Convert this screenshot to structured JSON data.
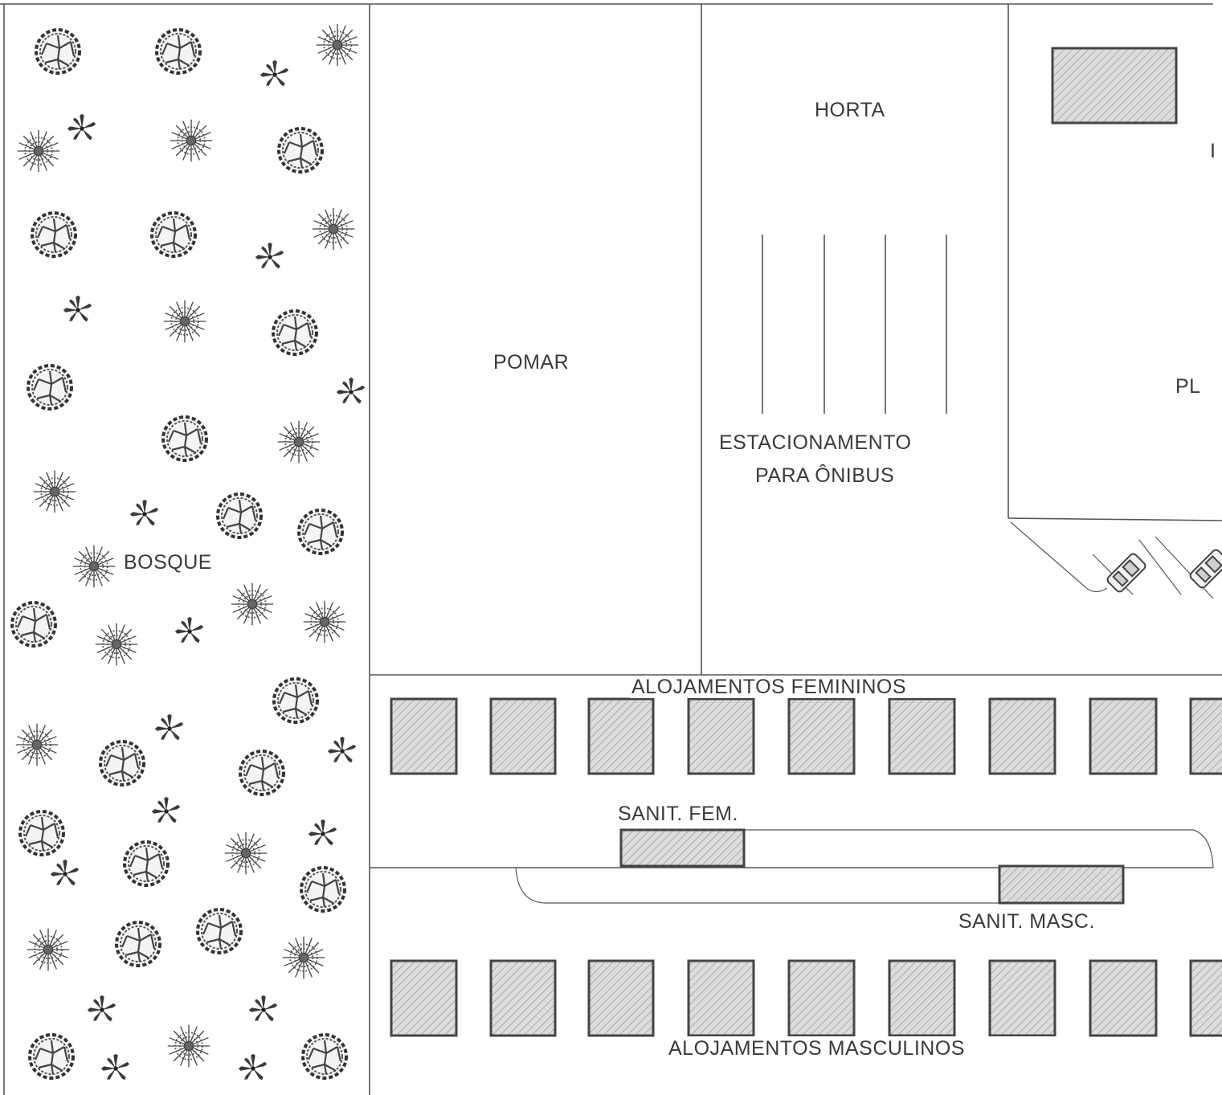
{
  "map": {
    "labels": {
      "bosque": "BOSQUE",
      "pomar": "POMAR",
      "horta": "HORTA",
      "estacionamento_line1": "ESTACIONAMENTO",
      "estacionamento_line2": "PARA ÔNIBUS",
      "cut_label_top": "I",
      "cut_label_mid": "PL",
      "alojamentos_femininos": "ALOJAMENTOS FEMININOS",
      "sanit_fem": "SANIT. FEM.",
      "sanit_masc": "SANIT. MASC.",
      "alojamentos_masculinos": "ALOJAMENTOS MASCULINOS"
    },
    "counts": {
      "female_lodgings_visible": 9,
      "male_lodgings_visible": 9,
      "bus_parking_dividers": 4,
      "parked_cars_visible": 2
    },
    "colors": {
      "line": "#4a4a4a",
      "hatch_fill": "#d6d6d6",
      "hatch_stroke": "#8a8a8a",
      "tree": "#3a3a3a",
      "paper": "#ffffff"
    },
    "vegetation_symbols": [
      "round-tree-icon",
      "radial-shrub-icon",
      "palm-icon"
    ]
  }
}
